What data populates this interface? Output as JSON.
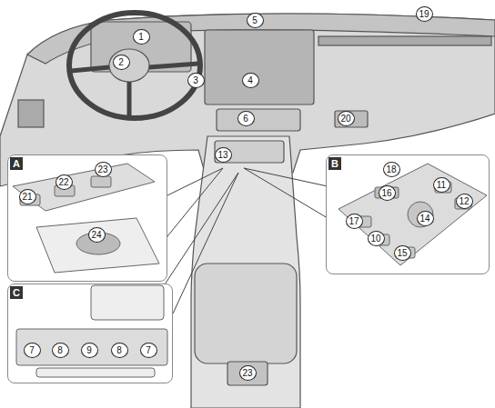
{
  "diagram": {
    "nodes": [
      {
        "text": [
          "A"
        ]
      },
      {
        "text": [
          "B"
        ]
      },
      {
        "text": [
          "C"
        ]
      }
    ],
    "labels": [
      "5",
      "19",
      "1",
      "2",
      "3",
      "4",
      "6",
      "20",
      "13",
      "23",
      "22",
      "23",
      "21",
      "24",
      "18",
      "16",
      "11",
      "12",
      "17",
      "14",
      "10",
      "15",
      "7",
      "8",
      "9",
      "8",
      "7"
    ]
  }
}
